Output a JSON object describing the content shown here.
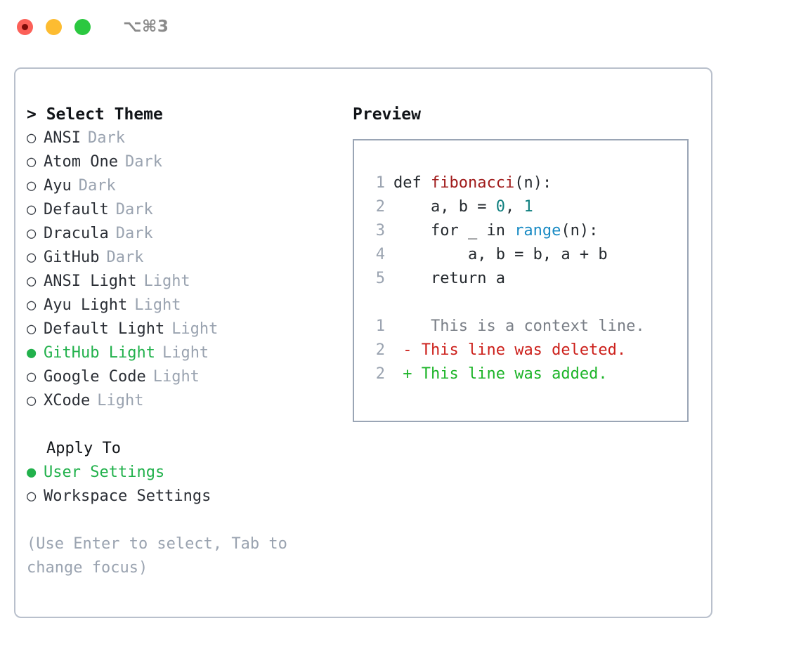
{
  "titlebar": {
    "shortcut": "⌥⌘3",
    "buttons": {
      "close": "close",
      "minimize": "minimize",
      "maximize": "maximize"
    }
  },
  "theme_picker": {
    "header": "> Select Theme",
    "selected_theme": "GitHub Light",
    "bullet_selected": "●",
    "bullet_unselected": "○",
    "accent_color": "#22b14c",
    "items": [
      {
        "name": "ANSI",
        "badge": "Dark",
        "selected": false
      },
      {
        "name": "Atom One",
        "badge": "Dark",
        "selected": false
      },
      {
        "name": "Ayu",
        "badge": "Dark",
        "selected": false
      },
      {
        "name": "Default",
        "badge": "Dark",
        "selected": false
      },
      {
        "name": "Dracula",
        "badge": "Dark",
        "selected": false
      },
      {
        "name": "GitHub",
        "badge": "Dark",
        "selected": false
      },
      {
        "name": "ANSI Light",
        "badge": "Light",
        "selected": false
      },
      {
        "name": "Ayu Light",
        "badge": "Light",
        "selected": false
      },
      {
        "name": "Default Light",
        "badge": "Light",
        "selected": false
      },
      {
        "name": "GitHub Light",
        "badge": "Light",
        "selected": true
      },
      {
        "name": "Google Code",
        "badge": "Light",
        "selected": false
      },
      {
        "name": "XCode",
        "badge": "Light",
        "selected": false
      }
    ]
  },
  "apply_to": {
    "header": "Apply To",
    "items": [
      {
        "name": "User Settings",
        "selected": true
      },
      {
        "name": "Workspace Settings",
        "selected": false
      }
    ]
  },
  "hint": "(Use Enter to select, Tab to change focus)",
  "preview": {
    "header": "Preview",
    "code": [
      {
        "ln": "1",
        "parts": [
          {
            "t": "def ",
            "cls": "code-text"
          },
          {
            "t": "fibonacci",
            "cls": "tok-fn"
          },
          {
            "t": "(n):",
            "cls": "code-text"
          }
        ]
      },
      {
        "ln": "2",
        "parts": [
          {
            "t": "    a, b = ",
            "cls": "code-text"
          },
          {
            "t": "0",
            "cls": "tok-num"
          },
          {
            "t": ", ",
            "cls": "code-text"
          },
          {
            "t": "1",
            "cls": "tok-num"
          }
        ]
      },
      {
        "ln": "3",
        "parts": [
          {
            "t": "    for _ in ",
            "cls": "code-text"
          },
          {
            "t": "range",
            "cls": "tok-call"
          },
          {
            "t": "(n):",
            "cls": "code-text"
          }
        ]
      },
      {
        "ln": "4",
        "parts": [
          {
            "t": "        a, b = b, a + b",
            "cls": "code-text"
          }
        ]
      },
      {
        "ln": "5",
        "parts": [
          {
            "t": "    return a",
            "cls": "code-text"
          }
        ]
      }
    ],
    "diff": [
      {
        "ln": "1",
        "marker": " ",
        "text": "  This is a context line.",
        "kind": "diff-ctx"
      },
      {
        "ln": "2",
        "marker": "-",
        "text": " This line was deleted.",
        "kind": "diff-del"
      },
      {
        "ln": "2",
        "marker": "+",
        "text": " This line was added.",
        "kind": "diff-add"
      }
    ]
  }
}
